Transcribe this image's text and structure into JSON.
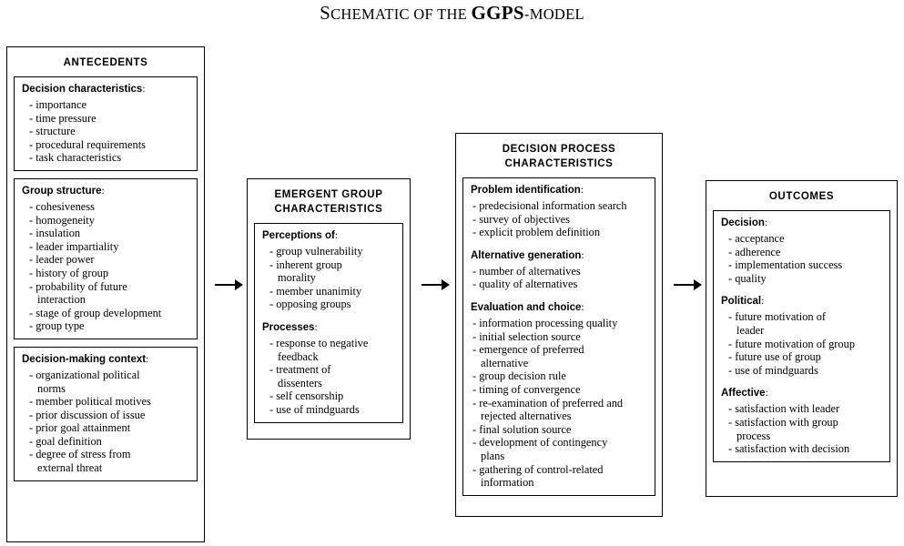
{
  "title": {
    "part1_cap": "S",
    "part1_rest": "CHEMATIC",
    "part2_rest": "OF",
    "part3_rest": "THE",
    "brand": "GGPS",
    "suffix_dash": "-",
    "suffix_rest": "MODEL",
    "full": "SCHEMATIC OF THE GGPS-MODEL"
  },
  "stages": {
    "antecedents": {
      "title": "ANTECEDENTS",
      "groups": [
        {
          "heading": "Decision characteristics",
          "colon": ":",
          "items": [
            "- importance",
            "- time pressure",
            "- structure",
            "- procedural requirements",
            "- task characteristics"
          ]
        },
        {
          "heading": "Group structure",
          "colon": ":",
          "items": [
            "- cohesiveness",
            "- homogeneity",
            "- insulation",
            "- leader impartiality",
            "- leader power",
            "- history of group",
            "- probability of future\n   interaction",
            "- stage of group development",
            "- group type"
          ]
        },
        {
          "heading": "Decision-making context",
          "colon": ":",
          "items": [
            "- organizational political\n   norms",
            "- member political motives",
            "- prior discussion of issue",
            "- prior goal attainment",
            "- goal definition",
            "- degree of stress from\n   external threat"
          ]
        }
      ]
    },
    "emergent": {
      "title_line1": "EMERGENT GROUP",
      "title_line2": "CHARACTERISTICS",
      "groups": [
        {
          "heading": "Perceptions of",
          "colon": ":",
          "items": [
            "- group vulnerability",
            "- inherent group\n    morality",
            "- member unanimity",
            "- opposing groups"
          ]
        },
        {
          "heading": "Processes",
          "colon": ":",
          "items": [
            "- response to negative\n    feedback",
            "- treatment of\n    dissenters",
            "- self censorship",
            "- use of mindguards"
          ]
        }
      ]
    },
    "decision_process": {
      "title_line1": "DECISION PROCESS",
      "title_line2": "CHARACTERISTICS",
      "groups": [
        {
          "heading": "Problem identification",
          "colon": ":",
          "items": [
            "- predecisional information search",
            "- survey of objectives",
            "- explicit problem definition"
          ]
        },
        {
          "heading": "Alternative generation",
          "colon": ":",
          "items": [
            "- number of alternatives",
            "- quality of alternatives"
          ]
        },
        {
          "heading": "Evaluation and choice",
          "colon": ":",
          "items": [
            "- information processing quality",
            "- initial selection source",
            "- emergence of preferred\n   alternative",
            "- group decision rule",
            "- timing of convergence",
            "- re-examination of preferred and\n   rejected alternatives",
            "- final solution source",
            "- development of contingency\n   plans",
            "- gathering of control-related\n   information"
          ]
        }
      ]
    },
    "outcomes": {
      "title": "OUTCOMES",
      "groups": [
        {
          "heading": "Decision",
          "colon": ":",
          "items": [
            "- acceptance",
            "- adherence",
            "- implementation success",
            "- quality"
          ]
        },
        {
          "heading": "Political",
          "colon": ":",
          "items": [
            "- future motivation of\n    leader",
            "- future motivation of group",
            "- future use of group",
            "- use of mindguards"
          ]
        },
        {
          "heading": "Affective",
          "colon": ":",
          "items": [
            "- satisfaction with leader",
            "- satisfaction with group\n    process",
            "- satisfaction with decision"
          ]
        }
      ]
    }
  },
  "arrows": [
    {
      "name": "antecedents-to-emergent"
    },
    {
      "name": "emergent-to-decision-process"
    },
    {
      "name": "decision-process-to-outcomes"
    }
  ],
  "colors": {
    "ink": "#000000",
    "paper": "#ffffff"
  }
}
